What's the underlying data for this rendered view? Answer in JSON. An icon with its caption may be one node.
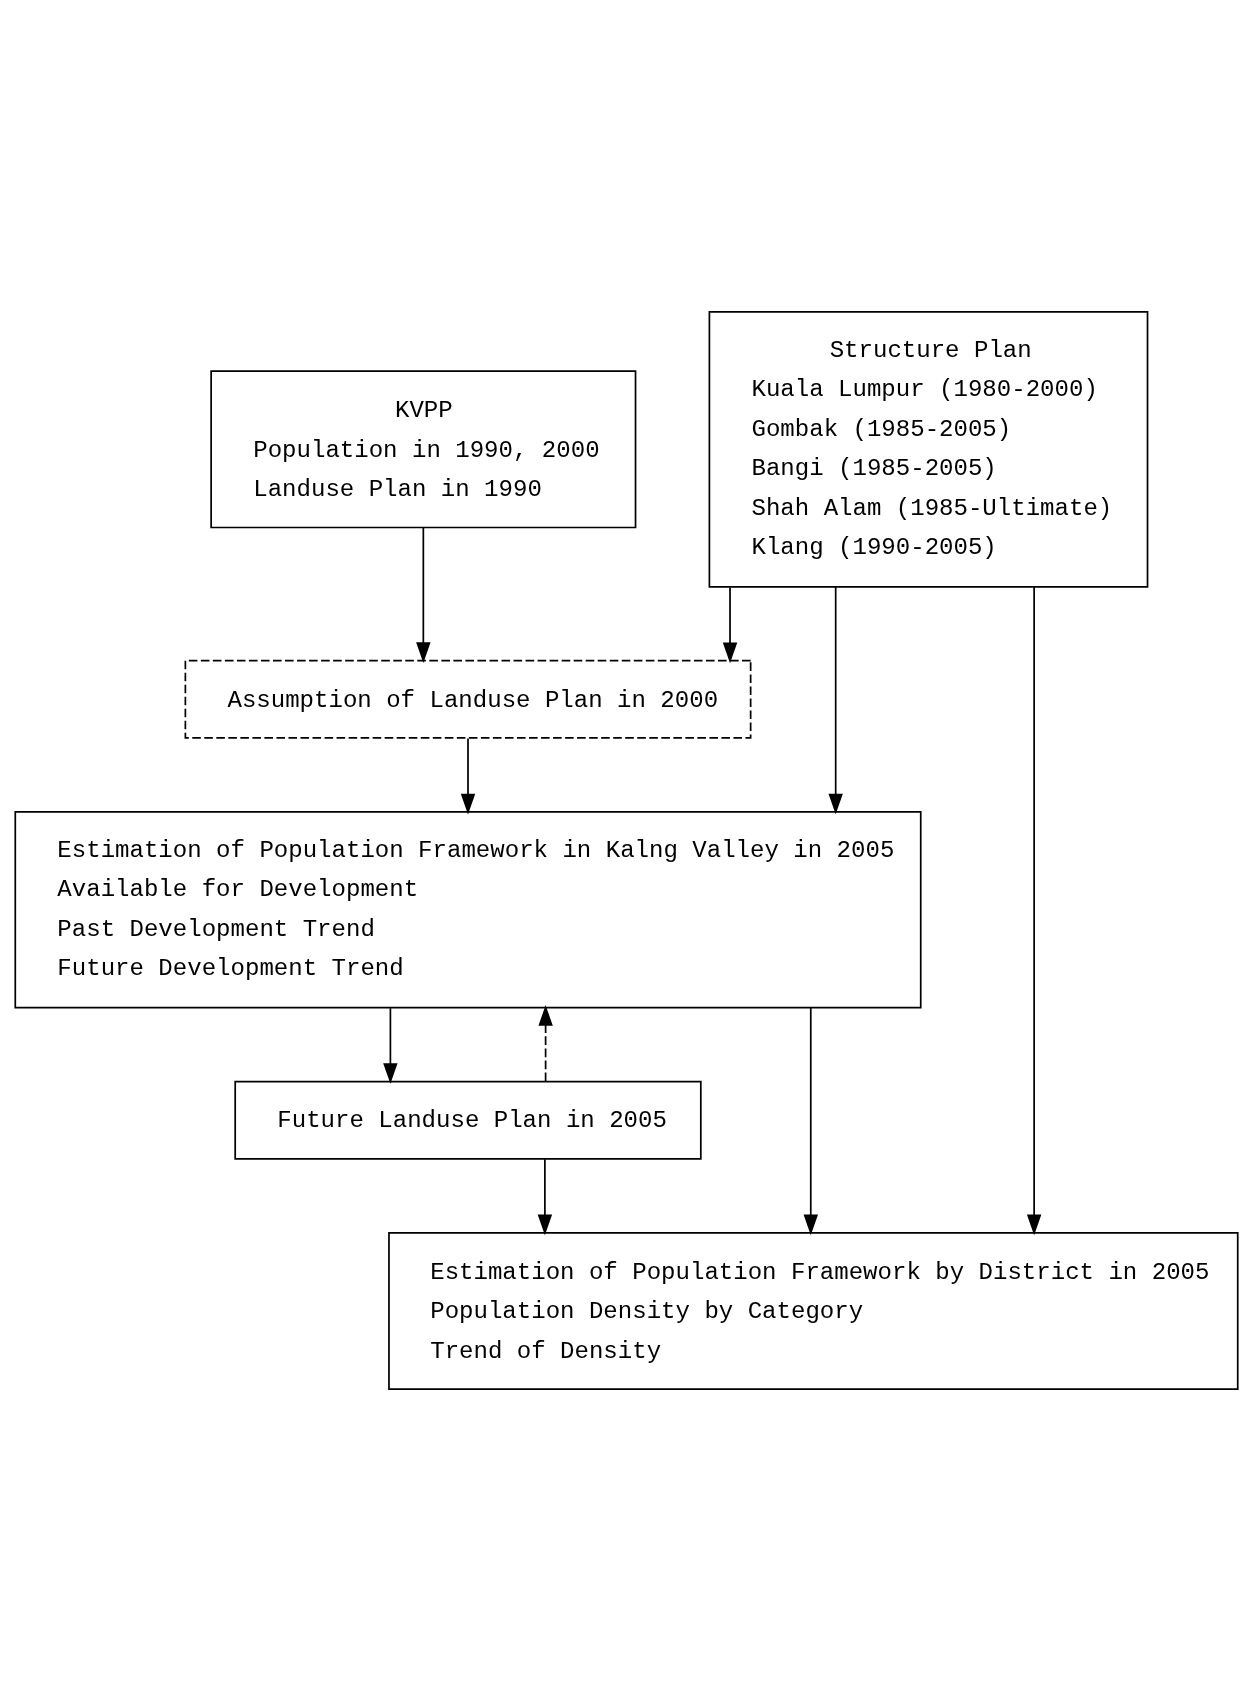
{
  "diagram": {
    "nodes": [
      {
        "text": [
          "KVPP",
          "Population in 1990, 2000",
          "Landuse Plan in 1990"
        ]
      },
      {
        "text": [
          "Structure Plan",
          "Kuala Lumpur (1980-2000)",
          "Gombak (1985-2005)",
          "Bangi (1985-2005)",
          "Shah Alam (1985-Ultimate)",
          "Klang (1990-2005)"
        ]
      },
      {
        "text": [
          "Assumption of Landuse Plan in 2000"
        ]
      },
      {
        "text": [
          "Estimation of Population Framework in Kalng Valley in 2005",
          "Available for Development",
          "Past Development Trend",
          "Future Development Trend"
        ]
      },
      {
        "text": [
          "Future Landuse Plan in 2005"
        ]
      },
      {
        "text": [
          "Estimation of Population Framework by District in 2005",
          "Population Density by Category",
          "Trend of Density"
        ]
      }
    ],
    "edges": [
      {
        "from": 0,
        "to": 2,
        "arrow": "to"
      },
      {
        "from": 1,
        "to": 2,
        "arrow": "to"
      },
      {
        "from": 1,
        "to": 3,
        "arrow": "to"
      },
      {
        "from": 1,
        "to": 5,
        "arrow": "to"
      },
      {
        "from": 2,
        "to": 3,
        "arrow": "to"
      },
      {
        "from": 3,
        "to": 4,
        "arrow": "to"
      },
      {
        "from": 4,
        "to": 3,
        "arrow": "to",
        "style": "dashed"
      },
      {
        "from": 3,
        "to": 5,
        "arrow": "to"
      },
      {
        "from": 4,
        "to": 5,
        "arrow": "to"
      }
    ]
  }
}
